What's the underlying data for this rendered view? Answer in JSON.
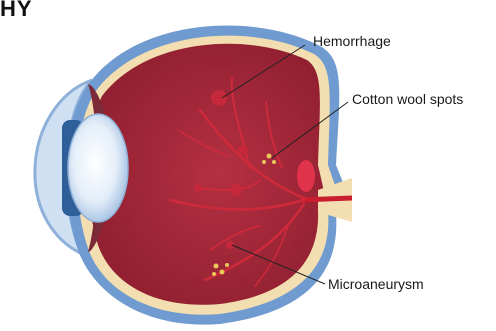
{
  "header": {
    "title_fragment": "HY"
  },
  "labels": {
    "hemorrhage": "Hemorrhage",
    "cotton_wool_spots": "Cotton wool spots",
    "microaneurysm": "Microaneurysm"
  },
  "colors": {
    "sclera_outer": "#6f9bd0",
    "retina_rim": "#f2deb0",
    "interior": "#a8283a",
    "interior_dark": "#861c2c",
    "vessel": "#d0283a",
    "lens": "#e7f1fa",
    "cornea": "#bcd3ec",
    "exudate": "#e9c85a"
  }
}
